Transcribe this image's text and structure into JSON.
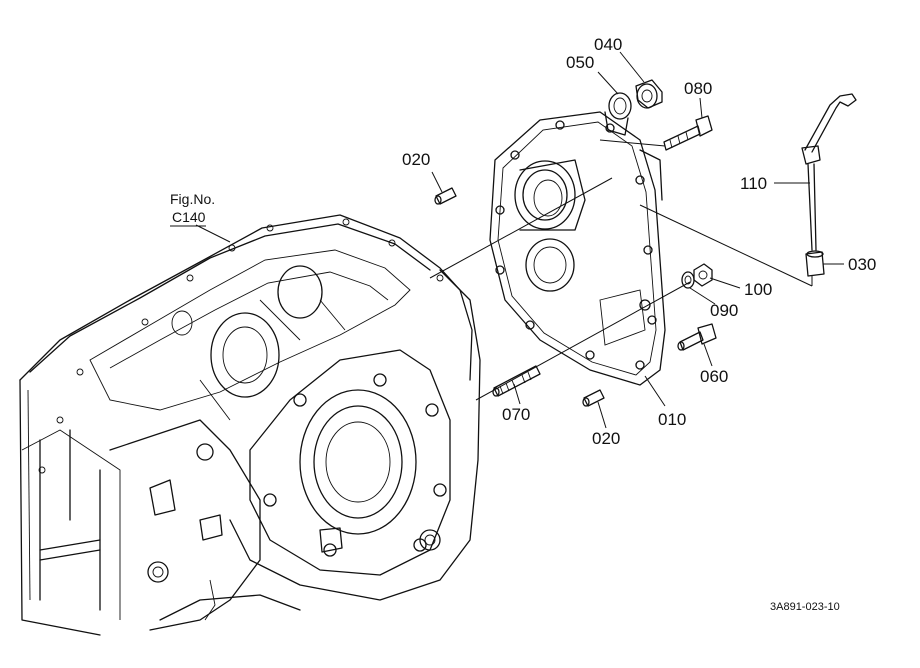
{
  "parts": {
    "p040": "040",
    "p050": "050",
    "p080": "080",
    "p020_top": "020",
    "p110": "110",
    "p030": "030",
    "p100": "100",
    "p090": "090",
    "p060": "060",
    "p070": "070",
    "p020_bottom": "020",
    "p010": "010"
  },
  "fig_ref": {
    "line1": "Fig.No.",
    "line2": "C140"
  },
  "drawing_code": "3A891-023-10"
}
